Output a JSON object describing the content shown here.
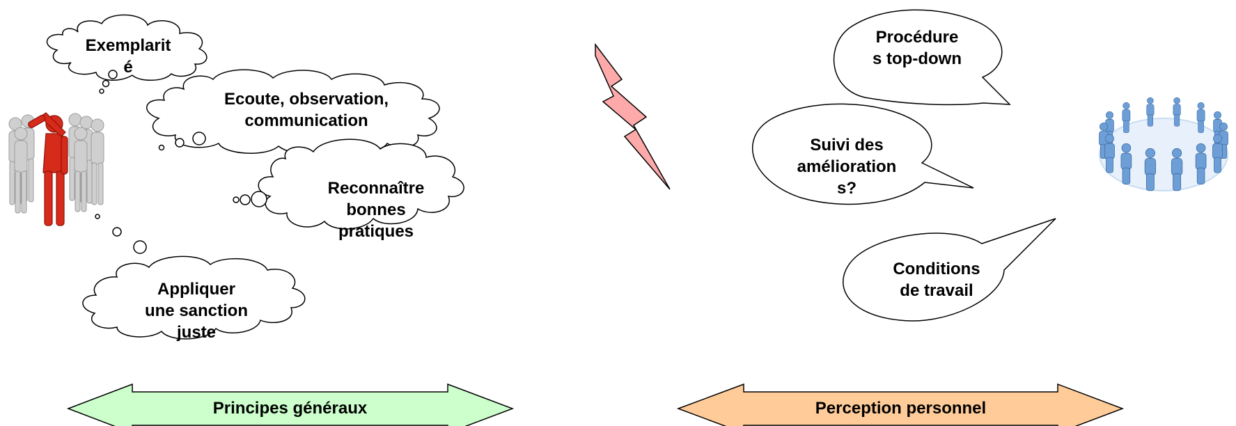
{
  "left_figure": {
    "icon": "leader-figure-with-crowd-icon",
    "leader_color": "#d62a1a",
    "crowd_color": "#cfcfcf"
  },
  "right_figure": {
    "icon": "people-circle-icon",
    "people_color": "#6d9ed6"
  },
  "thought_clouds": [
    {
      "id": "exemplarite",
      "text": "Exemplarit\né"
    },
    {
      "id": "ecoute",
      "text": "Ecoute, observation,\ncommunication"
    },
    {
      "id": "reconnaitre",
      "text": "Reconnaître\nbonnes\npratiques"
    },
    {
      "id": "sanction",
      "text": "Appliquer\nune sanction\njuste"
    }
  ],
  "speech_bubbles": [
    {
      "id": "procedures",
      "text": "Procédure\ns top-down"
    },
    {
      "id": "suivi",
      "text": "Suivi des\namélioration\ns?"
    },
    {
      "id": "conditions",
      "text": "Conditions\nde travail"
    }
  ],
  "lightning": {
    "icon": "lightning-bolt-icon",
    "fill": "#ffaaaa"
  },
  "arrows": [
    {
      "id": "principes",
      "label": "Principes généraux",
      "fill": "#ccffcc"
    },
    {
      "id": "perception",
      "label": "Perception personnel",
      "fill": "#ffcc99"
    }
  ]
}
